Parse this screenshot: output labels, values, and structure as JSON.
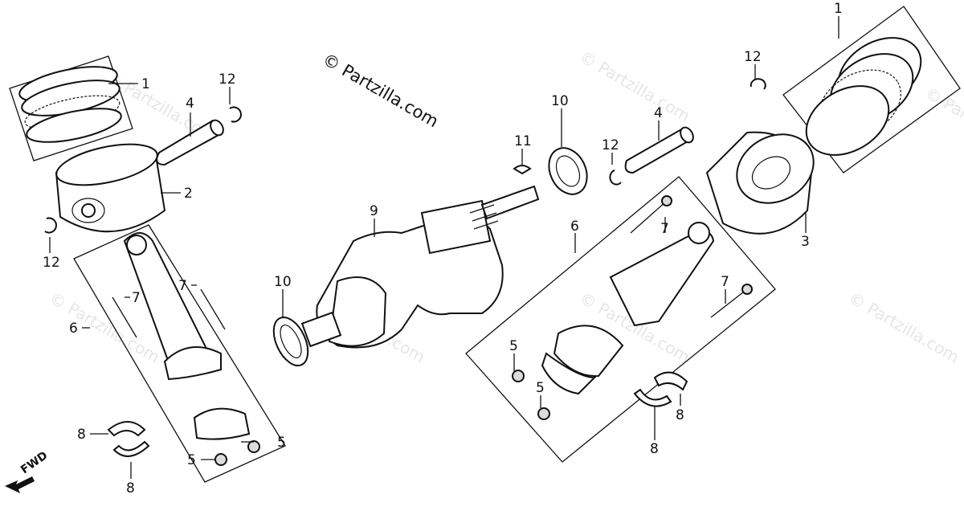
{
  "copyright": "© Partzilla.com",
  "watermark": "© Partzilla.com",
  "fwd_label": "FWD",
  "callouts": {
    "c1_left": "1",
    "c2": "2",
    "c4_left": "4",
    "c12_tl": "12",
    "c12_left": "12",
    "c6_left": "6",
    "c7_l1": "7",
    "c7_l2": "7",
    "c8_l1": "8",
    "c8_l2": "8",
    "c5_l1": "5",
    "c5_l2": "5",
    "c10_left": "10",
    "c9": "9",
    "c11": "11",
    "c10_top": "10",
    "c12_mid": "12",
    "c4_right": "4",
    "c12_tr": "12",
    "c1_right": "1",
    "c3": "3",
    "c6_right": "6",
    "c7_r1": "7",
    "c7_r2": "7",
    "c5_r1": "5",
    "c5_r2": "5",
    "c8_r1": "8",
    "c8_r2": "8"
  }
}
